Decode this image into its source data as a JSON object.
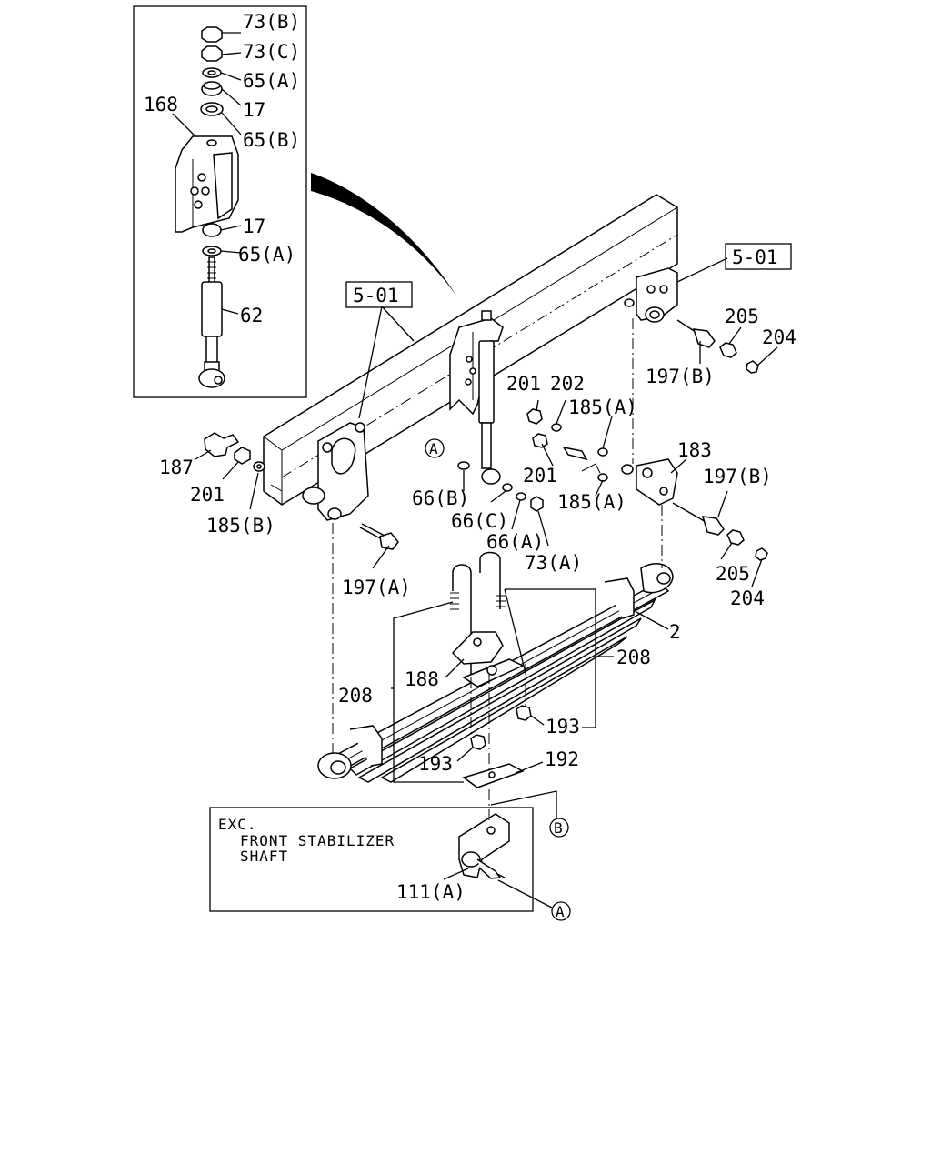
{
  "labels": {
    "p73b": "73(B)",
    "p73c": "73(C)",
    "p65a_top": "65(A)",
    "p17_top": "17",
    "p168": "168",
    "p65b": "65(B)",
    "p17_mid": "17",
    "p65a_mid": "65(A)",
    "p62": "62",
    "ref501_left": "5-01",
    "ref501_right": "5-01",
    "p205_top": "205",
    "p204_top": "204",
    "p197b_top": "197(B)",
    "p201_right": "201",
    "p202": "202",
    "p185a_top": "185(A)",
    "p183": "183",
    "p201_mid": "201",
    "p197b_bot": "197(B)",
    "p185a_bot": "185(A)",
    "p187": "187",
    "p201_left": "201",
    "p185b": "185(B)",
    "p66b": "66(B)",
    "p66c": "66(C)",
    "p66a": "66(A)",
    "p73a": "73(A)",
    "p197a": "197(A)",
    "p205_bot": "205",
    "p204_bot": "204",
    "p2": "2",
    "p208_right": "208",
    "p188": "188",
    "p208_left": "208",
    "p193_right": "193",
    "p193_left": "193",
    "p192": "192",
    "p111a": "111(A)",
    "circle_a_top": "A",
    "circle_a_bot": "A",
    "circle_b": "B"
  },
  "note": {
    "line1": "EXC.",
    "line2": "FRONT STABILIZER",
    "line3": "SHAFT"
  }
}
